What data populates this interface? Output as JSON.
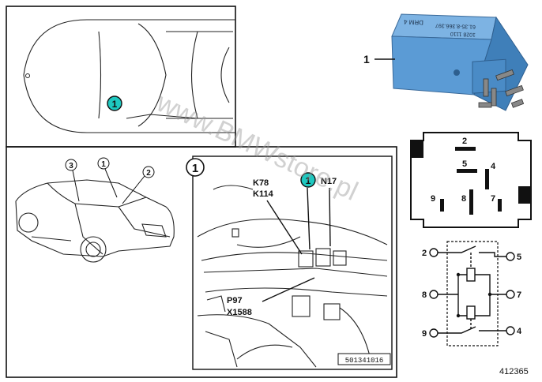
{
  "panel_top_view": {
    "callout": "1"
  },
  "panel_car_3d": {
    "callouts": [
      "3",
      "1",
      "2"
    ]
  },
  "panel_engine_bay": {
    "panel_number": "1",
    "callout": "1",
    "labels": [
      "K78",
      "K114",
      "N17",
      "P97",
      "X1588"
    ],
    "image_code": "501341016"
  },
  "relay": {
    "callout": "1",
    "case_color": "#5b9bd5",
    "case_text": [
      "DRM 4",
      "61.35-8.366.397",
      "1028 1110"
    ]
  },
  "pinout": {
    "pins": [
      "2",
      "5",
      "4",
      "9",
      "8",
      "7"
    ]
  },
  "circuit": {
    "left_pins": [
      "2",
      "8",
      "9"
    ],
    "right_pins": [
      "5",
      "7",
      "4"
    ]
  },
  "watermark": "www.BMWstore.pl",
  "diagram_id": "412365"
}
